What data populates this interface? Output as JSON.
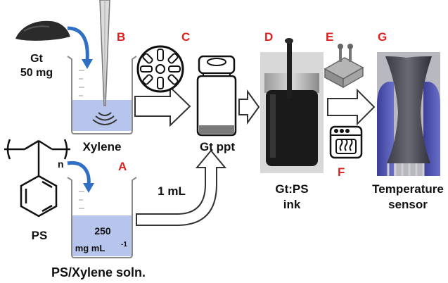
{
  "step_letters": {
    "a": "A",
    "b": "B",
    "c": "C",
    "d": "D",
    "e": "E",
    "f": "F",
    "g": "G"
  },
  "labels": {
    "gt": "Gt",
    "gt_mass": "50 mg",
    "xylene": "Xylene",
    "polymer_n": "n",
    "ps": "PS",
    "concentration_value": "250",
    "concentration_unit": "mg mL",
    "concentration_exp": "-1",
    "ps_solution": "PS/Xylene soln.",
    "volume": "1 mL",
    "gt_ppt": "Gt ppt",
    "ink_line1": "Gt:PS",
    "ink_line2": "ink",
    "sensor_line1": "Temperature",
    "sensor_line2": "sensor"
  },
  "colors": {
    "step_letter": "#e0201c",
    "flow_arrow": "#2f6fc4",
    "liquid": "#9fb1e6",
    "powder": "#2b2b2b"
  },
  "icons": [
    "graphite-powder-pile-icon",
    "pipette-icon",
    "ultrasound-waves-icon",
    "centrifuge-rotor-icon",
    "vial-icon",
    "ink-jar-photo",
    "doctor-blade-icon",
    "oven-icon",
    "printed-sensor-photo",
    "polystyrene-structure-icon"
  ]
}
